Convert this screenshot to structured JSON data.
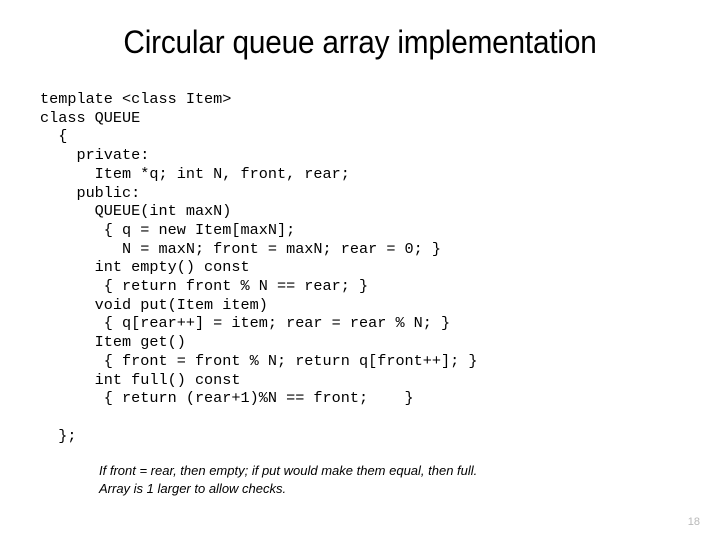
{
  "slide": {
    "title": "Circular queue array implementation",
    "page_number": "18",
    "background_color": "#ffffff",
    "text_color": "#000000",
    "page_number_color": "#b9b9b9"
  },
  "code": {
    "language": "cpp",
    "lines": [
      "template <class Item>",
      "class QUEUE",
      "  {",
      "    private:",
      "      Item *q; int N, front, rear;",
      "    public:",
      "      QUEUE(int maxN)",
      "       { q = new Item[maxN];",
      "         N = maxN; front = maxN; rear = 0; }",
      "      int empty() const",
      "       { return front % N == rear; }",
      "      void put(Item item)",
      "       { q[rear++] = item; rear = rear % N; }",
      "      Item get()",
      "       { front = front % N; return q[front++]; }",
      "      int full() const",
      "       { return (rear+1)%N == front;    }",
      "",
      "  };"
    ]
  },
  "notes": {
    "lines": [
      "If front = rear, then empty; if put would make them equal, then full.",
      "Array is 1 larger to allow checks."
    ]
  }
}
